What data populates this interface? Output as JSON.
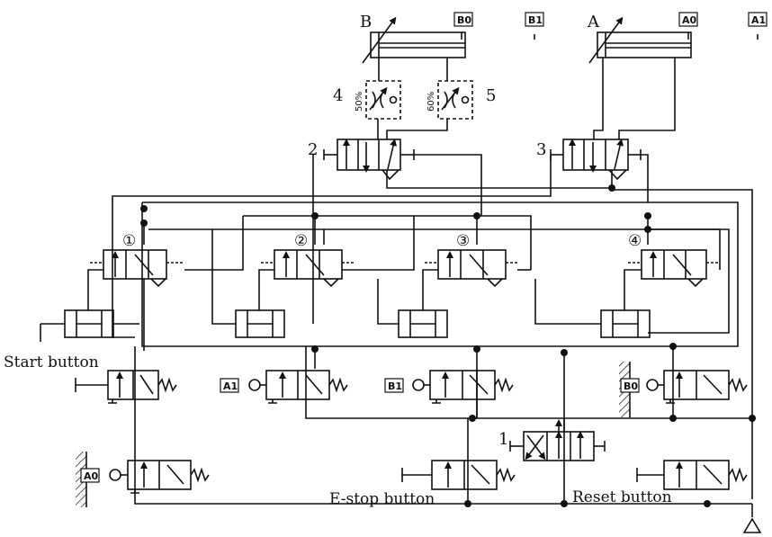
{
  "cylinders": {
    "b": {
      "letter": "B",
      "retracted_tag": "B0",
      "extended_tag": "B1"
    },
    "a": {
      "letter": "A",
      "retracted_tag": "A0",
      "extended_tag": "A1"
    }
  },
  "throttles": {
    "left": {
      "number": "4",
      "percent": "50%"
    },
    "right": {
      "number": "5",
      "percent": "60%"
    }
  },
  "main_valves": {
    "valve_2": "2",
    "valve_3": "3",
    "memory_valve": "1"
  },
  "step_valves": [
    "①",
    "②",
    "③",
    "④"
  ],
  "signal_tags": {
    "a1": "A1",
    "b1": "B1",
    "b0": "B0",
    "a0": "A0"
  },
  "buttons": {
    "start": "Start button",
    "estop": "E-stop button",
    "reset": "Reset button"
  }
}
